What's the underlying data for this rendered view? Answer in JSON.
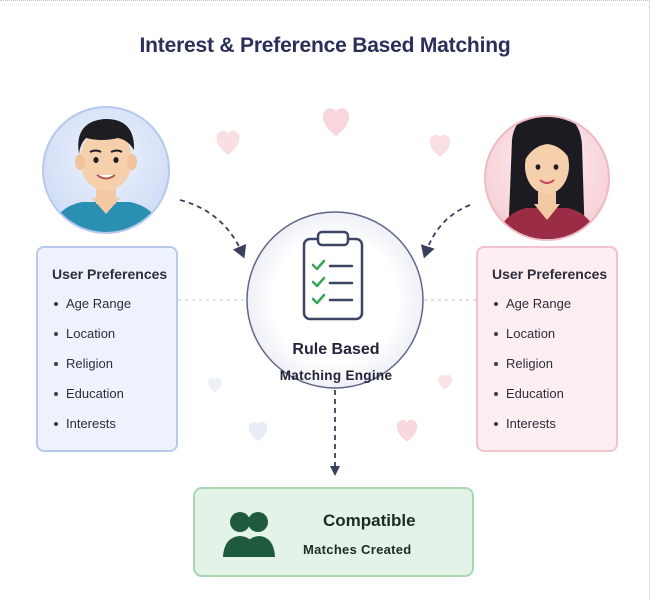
{
  "title": "Interest & Preference Based Matching",
  "left_user": {
    "avatar": "male-user-avatar",
    "box_title": "User Preferences",
    "items": [
      "Age Range",
      "Location",
      "Religion",
      "Education",
      "Interests"
    ]
  },
  "right_user": {
    "avatar": "female-user-avatar",
    "box_title": "User Preferences",
    "items": [
      "Age Range",
      "Location",
      "Religion",
      "Education",
      "Interests"
    ]
  },
  "engine": {
    "icon": "clipboard-checklist-icon",
    "line1": "Rule Based",
    "line2": "Matching Engine"
  },
  "result": {
    "icon": "group-users-icon",
    "line1": "Compatible",
    "line2": "Matches Created"
  },
  "colors": {
    "title": "#2b2f5a",
    "blue_box": "#eef2fc",
    "pink_box": "#fdeff1",
    "green_box": "#e4f3e7",
    "check": "#3aa45a",
    "group_icon": "#1f5a3c",
    "heart": "#f5c9d0"
  }
}
